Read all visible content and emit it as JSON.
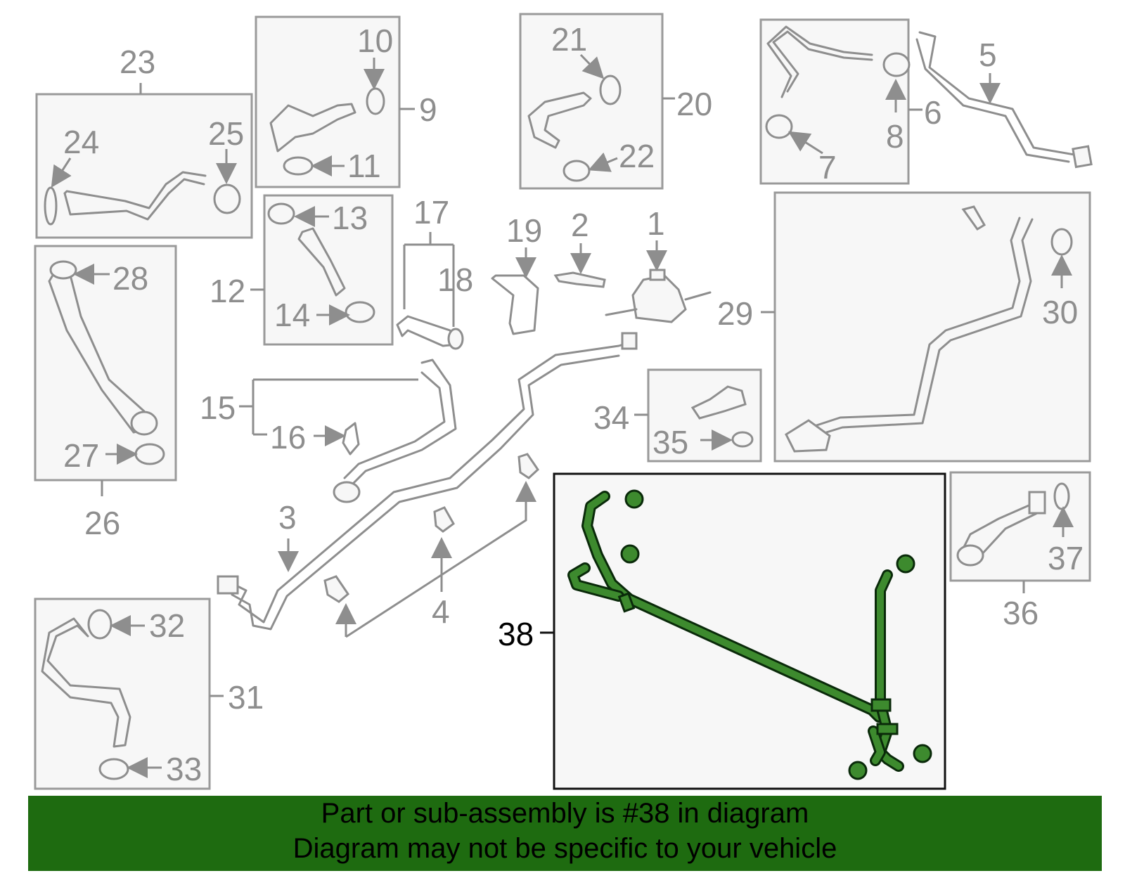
{
  "callouts": {
    "n1": "1",
    "n2": "2",
    "n3": "3",
    "n4": "4",
    "n5": "5",
    "n6": "6",
    "n7": "7",
    "n8": "8",
    "n9": "9",
    "n10": "10",
    "n11": "11",
    "n12": "12",
    "n13": "13",
    "n14": "14",
    "n15": "15",
    "n16": "16",
    "n17": "17",
    "n18": "18",
    "n19": "19",
    "n20": "20",
    "n21": "21",
    "n22": "22",
    "n23": "23",
    "n24": "24",
    "n25": "25",
    "n26": "26",
    "n27": "27",
    "n28": "28",
    "n29": "29",
    "n30": "30",
    "n31": "31",
    "n32": "32",
    "n33": "33",
    "n34": "34",
    "n35": "35",
    "n36": "36",
    "n37": "37",
    "n38": "38"
  },
  "highlight_color": "#3d8a2e",
  "banner": {
    "color": "#1e6b10",
    "line1": "Part or sub-assembly is #38 in diagram",
    "line2": "Diagram may not be specific to your vehicle"
  }
}
